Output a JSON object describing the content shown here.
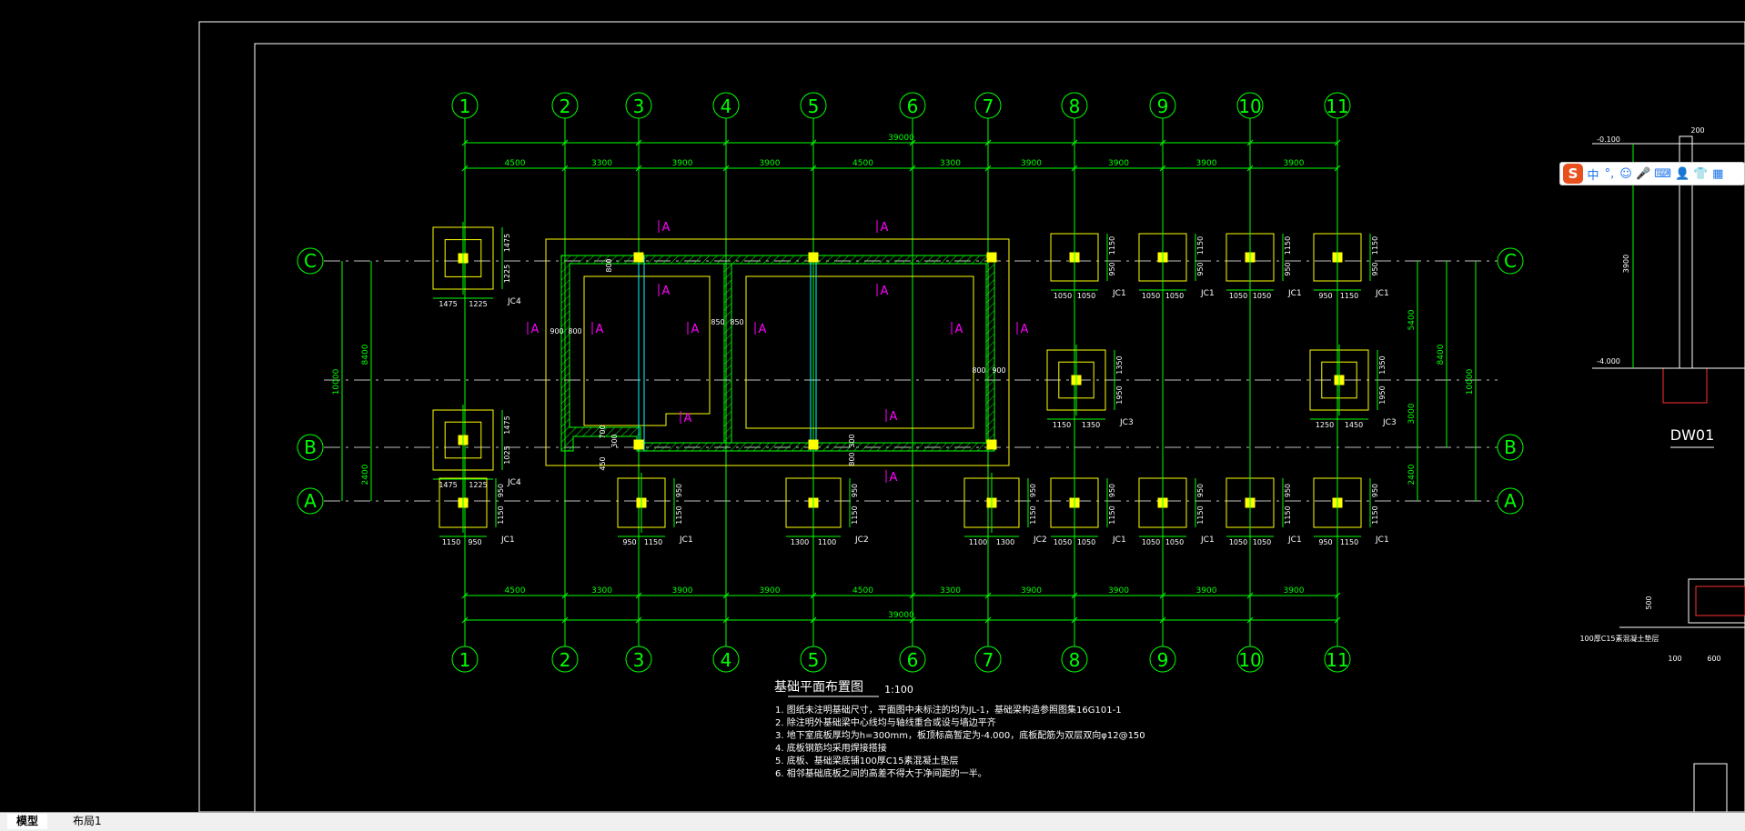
{
  "tabs": [
    {
      "label": "模型",
      "active": true
    },
    {
      "label": "布局1",
      "active": false
    }
  ],
  "drawing": {
    "title": "基础平面布置图",
    "scale": "1:100",
    "notes": [
      "1. 图纸未注明基础尺寸，平面图中未标注的均为JL-1，基础梁构造参照图集16G101-1",
      "2. 除注明外基础梁中心线均与轴线重合或设与墙边平齐",
      "3. 地下室底板厚均为h=300mm，板顶标高暂定为-4.000，底板配筋为双层双向φ12@150",
      "4. 底板钢筋均采用焊接搭接",
      "5. 底板、基础梁底铺100厚C15素混凝土垫层",
      "6. 相邻基础底板之间的高差不得大于净间距的一半。"
    ],
    "grid_cols": [
      "1",
      "2",
      "3",
      "4",
      "5",
      "6",
      "7",
      "8",
      "9",
      "10",
      "11"
    ],
    "grid_rows": [
      "C",
      "B",
      "A"
    ],
    "col_spacing": [
      "4500",
      "3300",
      "3900",
      "3900",
      "4500",
      "3300",
      "3900",
      "3900",
      "3900",
      "3900"
    ],
    "total_width": "39000",
    "side_dims_left": [
      "10000",
      "8400",
      "2400"
    ],
    "side_dims_right": [
      "5400",
      "8400",
      "3000",
      "10000",
      "2400"
    ],
    "section_label": "A",
    "footings_top": [
      {
        "label": "JC4",
        "d1": "1475",
        "d2": "1225",
        "v1": "1475",
        "v2": "1225"
      },
      {
        "label": "JC1",
        "d1": "1050",
        "d2": "1050"
      },
      {
        "label": "JC1",
        "d1": "1050",
        "d2": "1050"
      },
      {
        "label": "JC1",
        "d1": "1050",
        "d2": "1050"
      },
      {
        "label": "JC1",
        "d1": "950",
        "d2": "1150"
      }
    ],
    "footings_mid": [
      {
        "label": "JC4",
        "d1": "1475",
        "d2": "1225",
        "v1": "1475",
        "v2": "1025"
      },
      {
        "label": "JC3",
        "d1": "1150",
        "d2": "1350",
        "v1": "1350",
        "v2": "1950"
      },
      {
        "label": "JC3",
        "d1": "1250",
        "d2": "1450",
        "v1": "1350",
        "v2": "1950"
      }
    ],
    "footings_bottom": [
      {
        "label": "JC1",
        "d1": "1150",
        "d2": "950"
      },
      {
        "label": "JC1",
        "d1": "950",
        "d2": "1150"
      },
      {
        "label": "JC2",
        "d1": "1300",
        "d2": "1100"
      },
      {
        "label": "JC2",
        "d1": "1100",
        "d2": "1300"
      },
      {
        "label": "JC1",
        "d1": "1050",
        "d2": "1050"
      },
      {
        "label": "JC1",
        "d1": "1050",
        "d2": "1050"
      },
      {
        "label": "JC1",
        "d1": "1050",
        "d2": "1050"
      },
      {
        "label": "JC1",
        "d1": "950",
        "d2": "1150"
      }
    ],
    "pit_dims": [
      "900",
      "800",
      "850",
      "850",
      "800",
      "900",
      "800",
      "300",
      "700",
      "450",
      "300",
      "800",
      "200"
    ],
    "right_detail": {
      "label": "DW01",
      "levels": [
        "-0.100",
        "-4.000"
      ],
      "dims": [
        "3900",
        "200",
        "500",
        "600",
        "100"
      ],
      "note": "100厚C15素混凝土垫层"
    }
  },
  "ime": {
    "logo": "S",
    "items": [
      "中",
      "°,",
      "☺",
      "🎤",
      "⌨",
      "👤",
      "👕",
      "▦"
    ]
  },
  "colors": {
    "background": "#000000",
    "frame": "#ffffff",
    "grid": "#00ff00",
    "footing": "#ffff00",
    "section": "#ff00ff",
    "hatch": "#00ff00",
    "cyan": "#00ffff",
    "dashed": "#c0c0c0"
  }
}
